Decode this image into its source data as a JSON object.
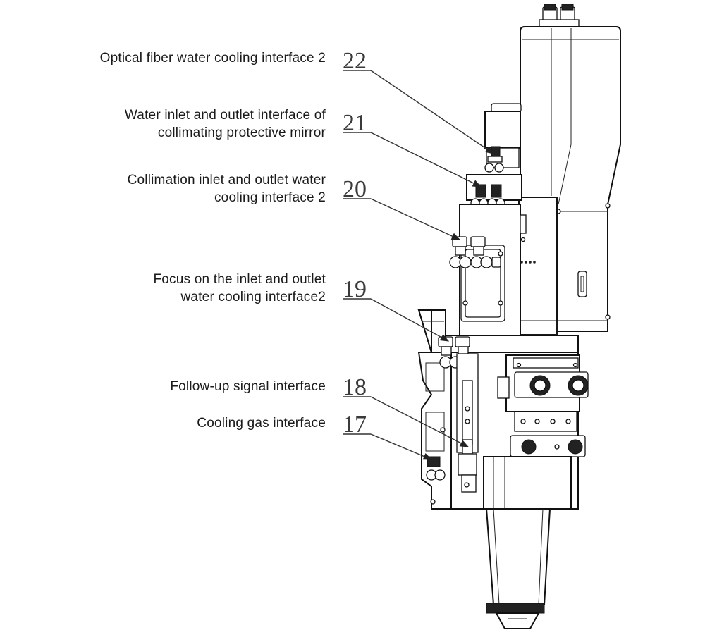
{
  "callouts": [
    {
      "number": "22",
      "lines": [
        "Optical fiber water cooling interface 2"
      ]
    },
    {
      "number": "21",
      "lines": [
        "Water inlet and outlet interface of",
        "collimating protective mirror"
      ]
    },
    {
      "number": "20",
      "lines": [
        "Collimation inlet and outlet water",
        "cooling interface 2"
      ]
    },
    {
      "number": "19",
      "lines": [
        "Focus on the inlet and outlet",
        "water cooling interface2"
      ]
    },
    {
      "number": "18",
      "lines": [
        "Follow-up signal interface"
      ]
    },
    {
      "number": "17",
      "lines": [
        "Cooling gas interface"
      ]
    }
  ]
}
